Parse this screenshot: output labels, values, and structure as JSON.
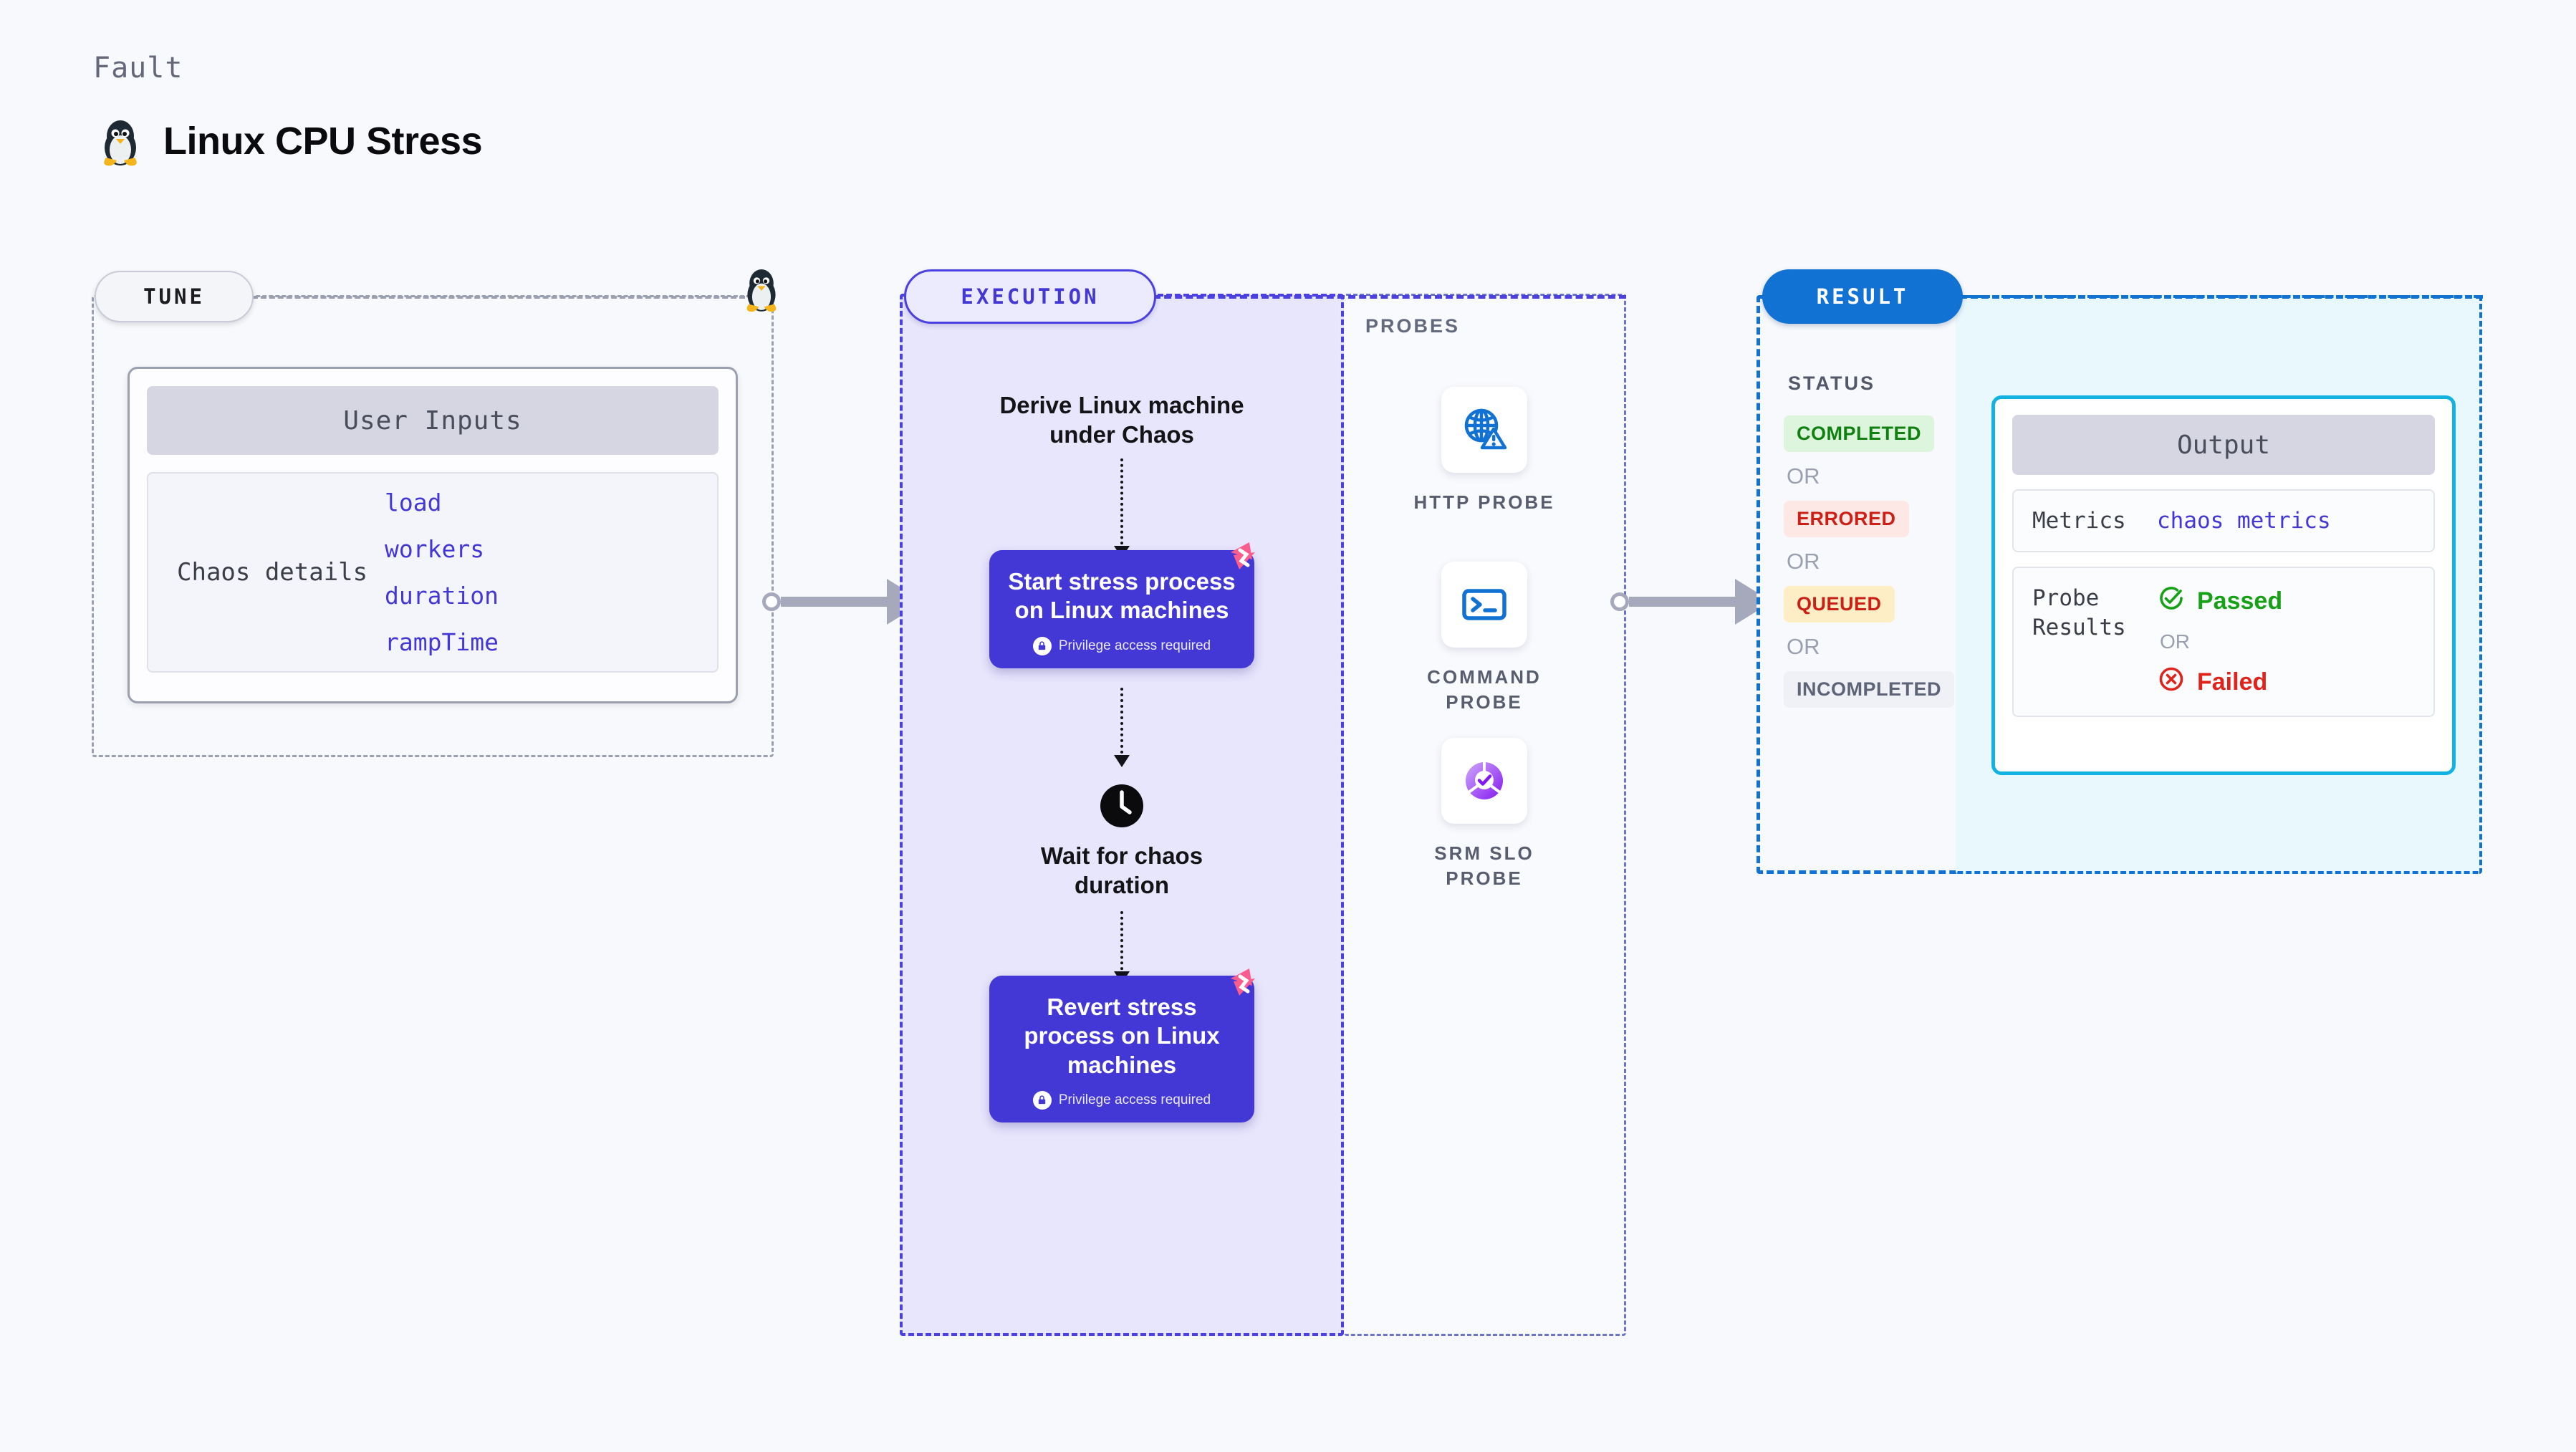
{
  "header": {
    "kicker": "Fault",
    "title": "Linux CPU Stress",
    "icon": "linux-penguin-icon"
  },
  "tune": {
    "pill_label": "TUNE",
    "corner_icon": "linux-penguin-icon",
    "card": {
      "header": "User Inputs",
      "key": "Chaos details",
      "values": [
        "load",
        "workers",
        "duration",
        "rampTime"
      ]
    }
  },
  "execution": {
    "pill_label": "EXECUTION",
    "steps": [
      {
        "type": "text",
        "label": "Derive Linux machine\nunder Chaos",
        "line1": "Derive Linux machine",
        "line2": "under Chaos"
      },
      {
        "type": "card",
        "title": "Start stress process on Linux machines",
        "privilege": "Privilege access required",
        "badge": "harness-logo-icon",
        "lock": "lock-icon"
      },
      {
        "type": "wait",
        "icon": "clock-icon",
        "line1": "Wait for chaos",
        "line2": "duration"
      },
      {
        "type": "card",
        "title": "Revert stress process on Linux machines",
        "privilege": "Privilege access required",
        "badge": "harness-logo-icon",
        "lock": "lock-icon"
      }
    ]
  },
  "probes": {
    "label": "PROBES",
    "items": [
      {
        "name": "HTTP  PROBE",
        "icon": "globe-warning-icon"
      },
      {
        "name": "COMMAND\nPROBE",
        "line1": "COMMAND",
        "line2": "PROBE",
        "icon": "terminal-prompt-icon"
      },
      {
        "name": "SRM  SLO\nPROBE",
        "line1": "SRM  SLO",
        "line2": "PROBE",
        "icon": "slo-donut-check-icon"
      }
    ]
  },
  "result": {
    "pill_label": "RESULT",
    "status_label": "STATUS",
    "or_label": "OR",
    "statuses": [
      {
        "label": "COMPLETED",
        "bg": "#dcf5dc",
        "fg": "#118011"
      },
      {
        "label": "ERRORED",
        "bg": "#fde8e6",
        "fg": "#cc1f16"
      },
      {
        "label": "QUEUED",
        "bg": "#fdeec5",
        "fg": "#cc1f16"
      },
      {
        "label": "INCOMPLETED",
        "bg": "#eff1f6",
        "fg": "#5e6477"
      }
    ],
    "output": {
      "header": "Output",
      "metrics_key": "Metrics",
      "metrics_value": "chaos metrics",
      "probe_key_line1": "Probe",
      "probe_key_line2": "Results",
      "passed_label": "Passed",
      "failed_label": "Failed",
      "or_label": "OR",
      "passed_icon": "check-circle-icon",
      "failed_icon": "x-circle-icon"
    }
  },
  "colors": {
    "accent_purple": "#4338d6",
    "accent_blue": "#1272d3",
    "accent_cyan": "#12b3e3",
    "pink": "#fb5c8e",
    "page_bg": "#f8f9fc"
  }
}
